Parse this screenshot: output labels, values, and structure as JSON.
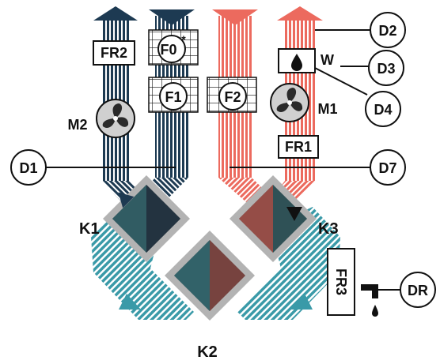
{
  "colors": {
    "navy": "#1d3a52",
    "salmon": "#ec6a5e",
    "teal": "#3a9aa8",
    "core_dark": "#2a2a2a",
    "core_frame": "#b3b3b3"
  },
  "labels": {
    "fr2": "FR2",
    "f0": "F0",
    "f0_mark": "*",
    "f1": "F1",
    "f2": "F2",
    "m1": "M1",
    "m2": "M2",
    "w": "W",
    "fr1": "FR1",
    "fr3": "FR3",
    "d1": "D1",
    "d2": "D2",
    "d3": "D3",
    "d4": "D4",
    "d7": "D7",
    "dr": "DR",
    "k1": "K1",
    "k2": "K2",
    "k3": "K3"
  },
  "icons": {
    "fan": "fan-icon",
    "drop": "water-drop-icon",
    "drain": "drain-faucet-icon"
  }
}
